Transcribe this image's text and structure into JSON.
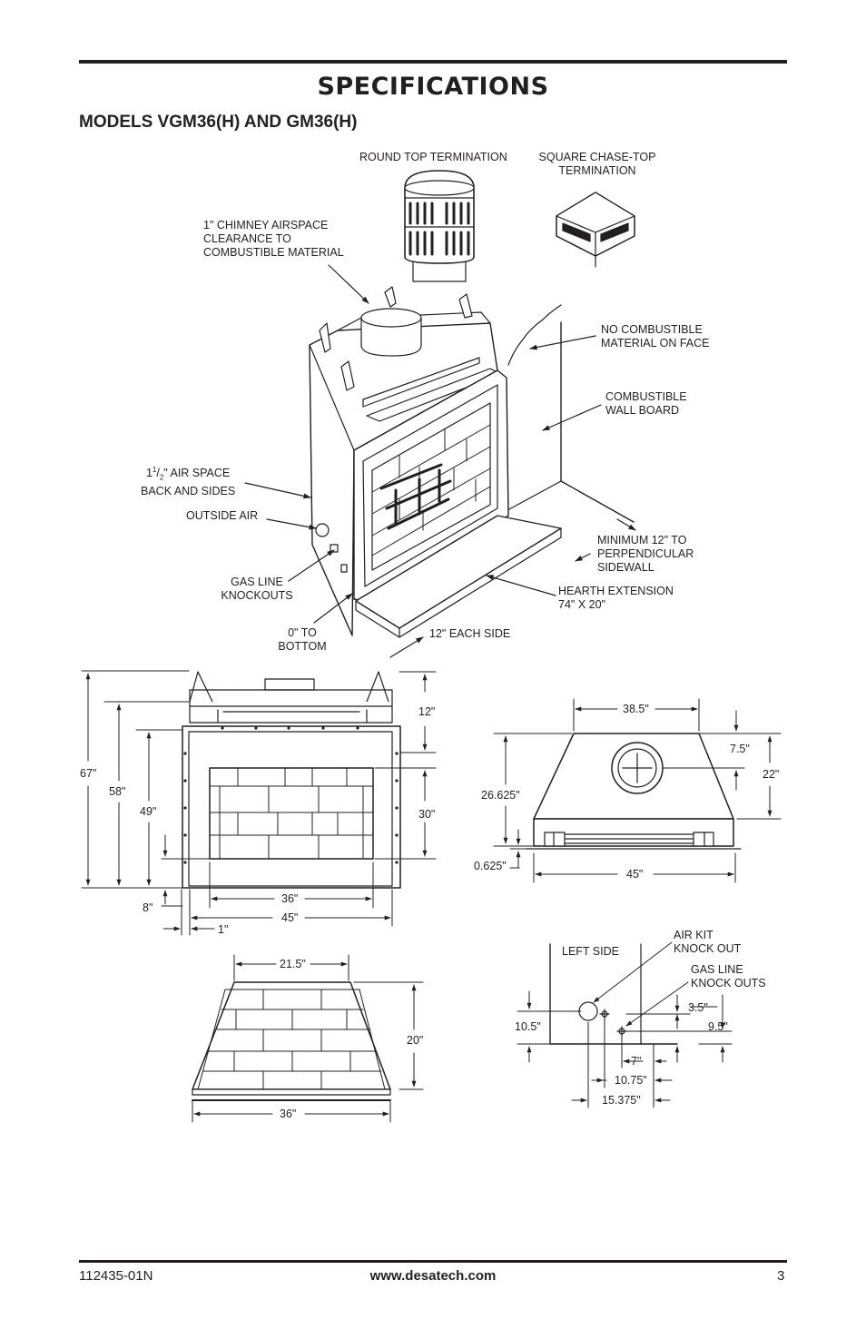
{
  "header": {
    "title": "SPECIFICATIONS",
    "subtitle": "MODELS VGM36(H) AND GM36(H)"
  },
  "callouts": {
    "round_top": "ROUND TOP TERMINATION",
    "square_top": "SQUARE CHASE-TOP\nTERMINATION",
    "chimney_airspace": "1\" CHIMNEY AIRSPACE\nCLEARANCE TO\nCOMBUSTIBLE MATERIAL",
    "no_combustible": "NO COMBUSTIBLE\nMATERIAL ON FACE",
    "wall_board": "COMBUSTIBLE\nWALL BOARD",
    "air_space_a": "1",
    "air_space_frac_top": "1",
    "air_space_frac_bot": "2",
    "air_space_b": "\" AIR SPACE",
    "air_space_c": "BACK AND SIDES",
    "outside_air": "OUTSIDE AIR",
    "min_sidewall": "MINIMUM 12\" TO\nPERPENDICULAR\nSIDEWALL",
    "gas_knockouts": "GAS LINE\nKNOCKOUTS",
    "hearth_ext": "HEARTH EXTENSION\n74\" X 20\"",
    "zero_bottom": "0\" TO\nBOTTOM",
    "each_side": "12\" EACH SIDE"
  },
  "front_view": {
    "d67": "67\"",
    "d58": "58\"",
    "d49": "49\"",
    "d12": "12\"",
    "d30": "30\"",
    "d8": "8\"",
    "d36": "36\"",
    "d45": "45\"",
    "d1": "1\""
  },
  "top_view": {
    "d38_5": "38.5\"",
    "d7_5": "7.5\"",
    "d22": "22\"",
    "d26_625": "26.625\"",
    "d0_625": "0.625\"",
    "d45": "45\""
  },
  "firebox_view": {
    "d21_5": "21.5\"",
    "d20": "20\"",
    "d36": "36\""
  },
  "side_view": {
    "left_side": "LEFT SIDE",
    "air_kit": "AIR KIT\nKNOCK OUT",
    "gas_line": "GAS LINE\nKNOCK OUTS",
    "d3_5": "3.5\"",
    "d10_5": "10.5\"",
    "d9_5": "9.5\"",
    "d7": "7\"",
    "d10_75": "10.75\"",
    "d15_375": "15.375\""
  },
  "footer": {
    "part_number": "112435-01N",
    "website": "www.desatech.com",
    "page": "3"
  }
}
